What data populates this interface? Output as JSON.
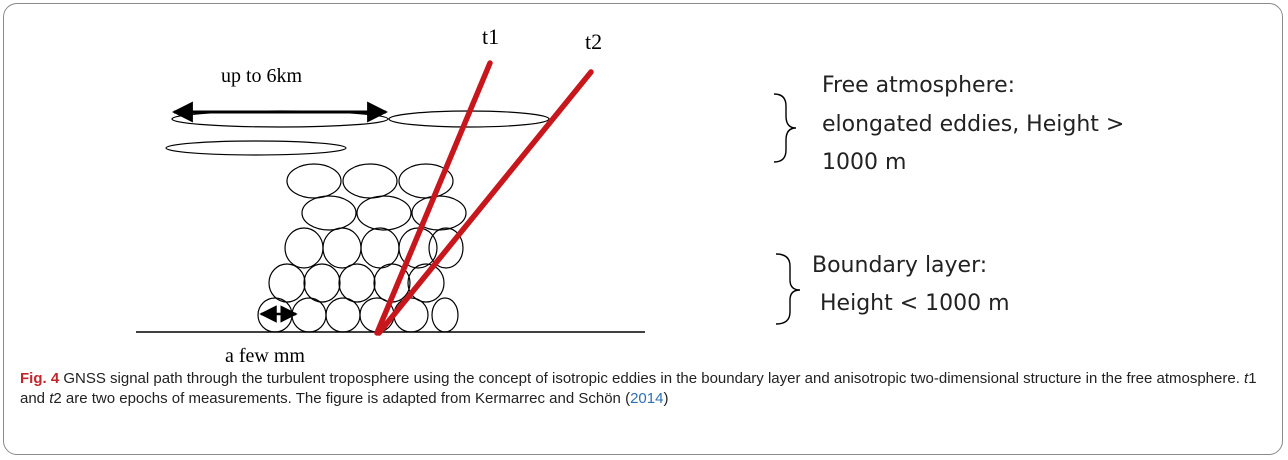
{
  "figure": {
    "top_label": "up to 6km",
    "bottom_label": "a few mm",
    "t1_label": "t1",
    "t2_label": "t2",
    "free_atmosphere_lines": [
      "Free atmosphere:",
      "elongated eddies, Height >",
      "1000 m"
    ],
    "boundary_layer_lines": [
      "Boundary layer:",
      "Height < 1000 m"
    ],
    "signal_color": "#c8161d"
  },
  "caption": {
    "label": "Fig. 4",
    "text_1": "GNSS signal path through the turbulent troposphere using the concept of isotropic eddies in the boundary layer and anisotropic two-dimensional structure in the free atmosphere.",
    "t1": "t",
    "t1_suffix": "1 and",
    "t2": "t",
    "text_2": "2 are two epochs of measurements. The figure is adapted from Kermarrec and Schön",
    "ref_open": "(",
    "ref_year": "2014",
    "ref_close": ")"
  }
}
